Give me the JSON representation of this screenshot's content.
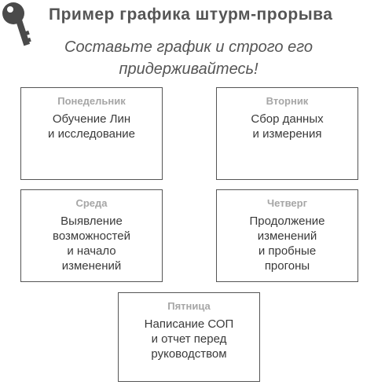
{
  "header": {
    "title": "Пример графика штурм-прорыва",
    "subtitle": "Составьте график и строго его придерживайтесь!",
    "icon": "key-icon"
  },
  "schedule": [
    {
      "day": "Понедельник",
      "task": "Обучение Лин\nи исследование"
    },
    {
      "day": "Вторник",
      "task": "Сбор данных\nи измерения"
    },
    {
      "day": "Среда",
      "task": "Выявление\nвозможностей\nи начало\nизменений"
    },
    {
      "day": "Четверг",
      "task": "Продолжение\nизменений\nи пробные\nпрогоны"
    },
    {
      "day": "Пятница",
      "task": "Написание СОП\nи отчет перед\nруководством"
    }
  ],
  "colors": {
    "border": "#555555",
    "day_label": "#a6a6a6",
    "text": "#3a3a3a"
  }
}
